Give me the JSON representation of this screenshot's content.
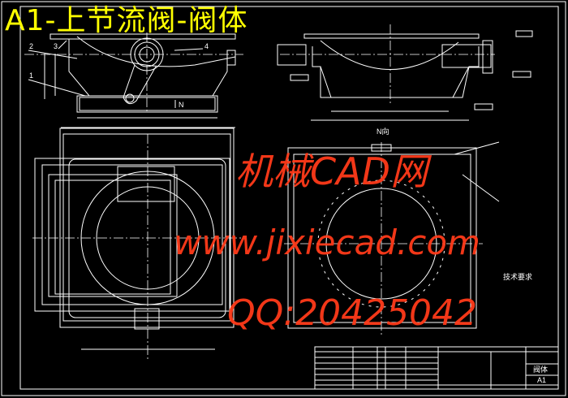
{
  "drawing_title": "A1-上节流阀-阀体",
  "watermark": {
    "site_name": "机械CAD网",
    "url": "www.jixiecad.com",
    "qq": "QQ:20425042"
  },
  "labels": {
    "part_1": "1",
    "part_2": "2",
    "part_3": "3",
    "part_4": "4",
    "view_marker": "N",
    "view_name": "N向",
    "tech_requirements": "技术要求"
  },
  "title_block": {
    "part_name": "阀体",
    "sheet_size": "A1"
  },
  "colors": {
    "background": "#000000",
    "lines": "#ffffff",
    "title": "#ffff00",
    "watermark": "#ff3a1a"
  }
}
